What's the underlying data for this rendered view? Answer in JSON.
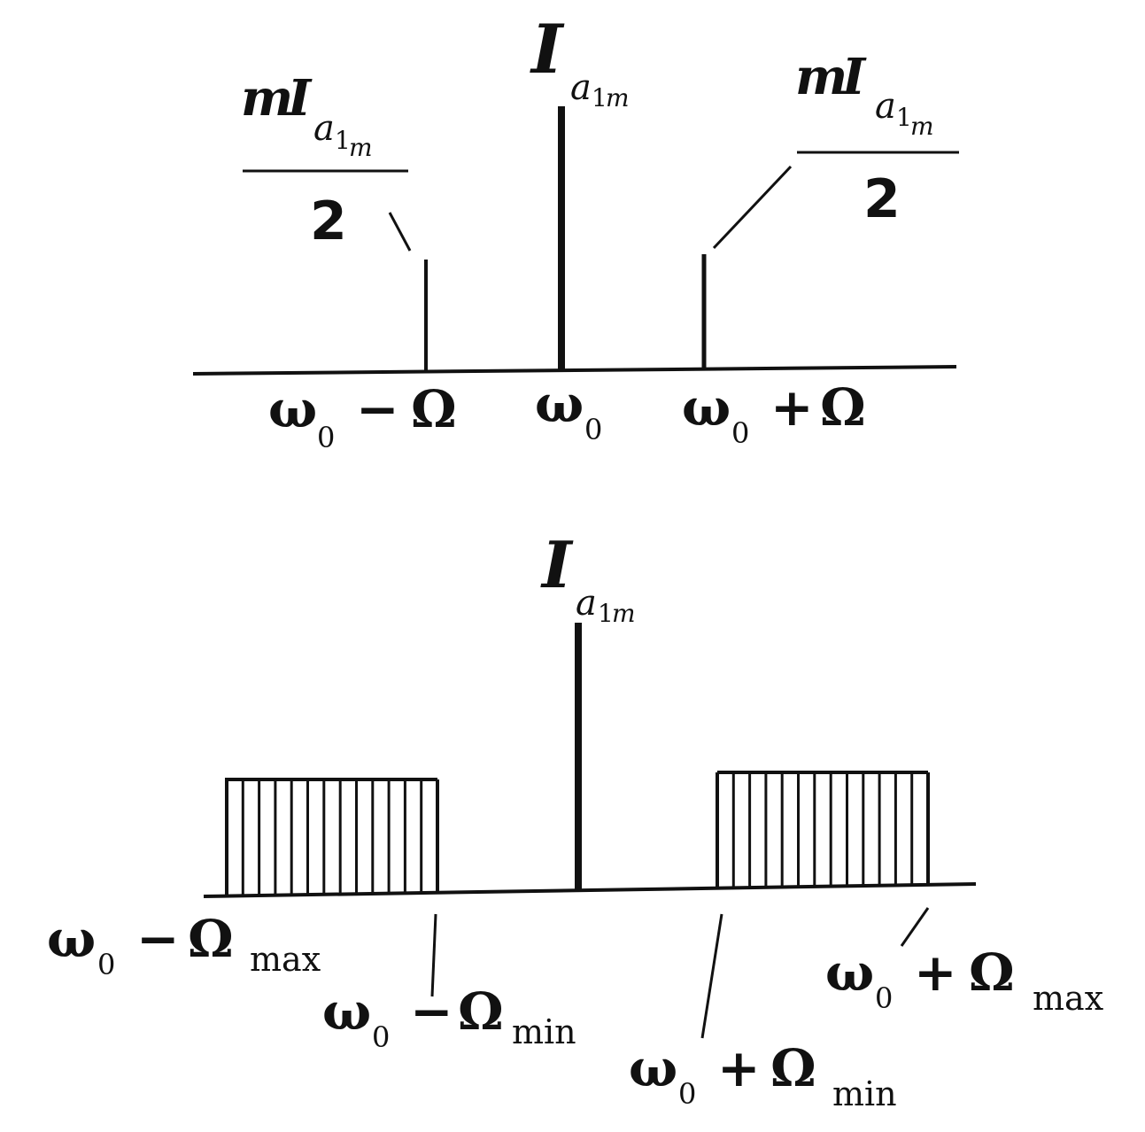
{
  "top": {
    "carrier_label": {
      "main": "I",
      "sub": "a",
      "subsub": "1",
      "subsubsub": "m"
    },
    "sideband_label": {
      "coef": "m",
      "main": "I",
      "sub": "a",
      "subsub": "1",
      "subsubsub": "m",
      "denominator": "2"
    },
    "freq_labels": {
      "lower": {
        "omega": "ω",
        "zero": "0",
        "op": "−",
        "Omega": "Ω"
      },
      "center": {
        "omega": "ω",
        "zero": "0"
      },
      "upper": {
        "omega": "ω",
        "zero": "0",
        "op": "+",
        "Omega": "Ω"
      }
    }
  },
  "bottom": {
    "carrier_label": {
      "main": "I",
      "sub": "a",
      "subsub": "1",
      "subsubsub": "m"
    },
    "freq_labels": {
      "lower_max": {
        "omega": "ω",
        "zero": "0",
        "op": "−",
        "Omega": "Ω",
        "suffix": "max"
      },
      "lower_min": {
        "omega": "ω",
        "zero": "0",
        "op": "−",
        "Omega": "Ω",
        "suffix": "min"
      },
      "upper_min": {
        "omega": "ω",
        "zero": "0",
        "op": "+",
        "Omega": "Ω",
        "suffix": "min"
      },
      "upper_max": {
        "omega": "ω",
        "zero": "0",
        "op": "+",
        "Omega": "Ω",
        "suffix": "max"
      }
    }
  }
}
